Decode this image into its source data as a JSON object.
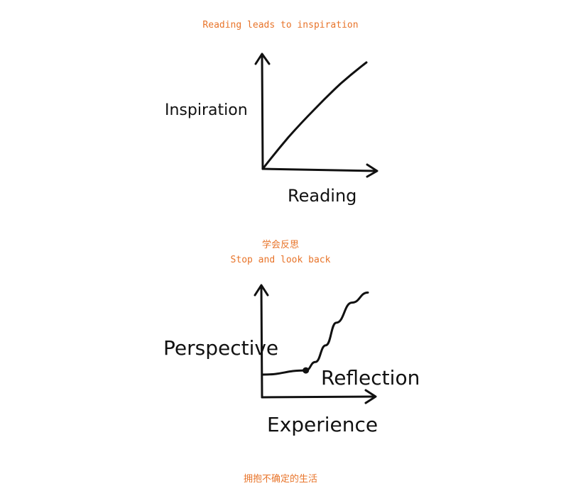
{
  "captions": {
    "top": "Reading leads to inspiration",
    "middle_cn": "学会反思",
    "middle_en": "Stop and look back",
    "bottom": "拥抱不确定的生活"
  },
  "colors": {
    "caption": "#e8742a",
    "ink": "#111111"
  },
  "chart_data": [
    {
      "type": "line",
      "xlabel": "Reading",
      "ylabel": "Inspiration",
      "grid": false,
      "series": [
        {
          "x": [
            0,
            0.25,
            0.5,
            0.75,
            1.0
          ],
          "y": [
            0,
            0.3,
            0.56,
            0.8,
            1.0
          ]
        }
      ]
    },
    {
      "type": "line",
      "xlabel": "Experience",
      "ylabel": "Perspective",
      "grid": false,
      "annotations": [
        {
          "text": "Reflection",
          "x": 0.41,
          "y": 0.05
        }
      ],
      "series": [
        {
          "x": [
            0,
            0.41,
            0.5,
            0.6,
            0.7,
            0.85,
            1.0
          ],
          "y": [
            0,
            0.05,
            0.15,
            0.35,
            0.62,
            0.86,
            0.98
          ]
        }
      ]
    }
  ]
}
